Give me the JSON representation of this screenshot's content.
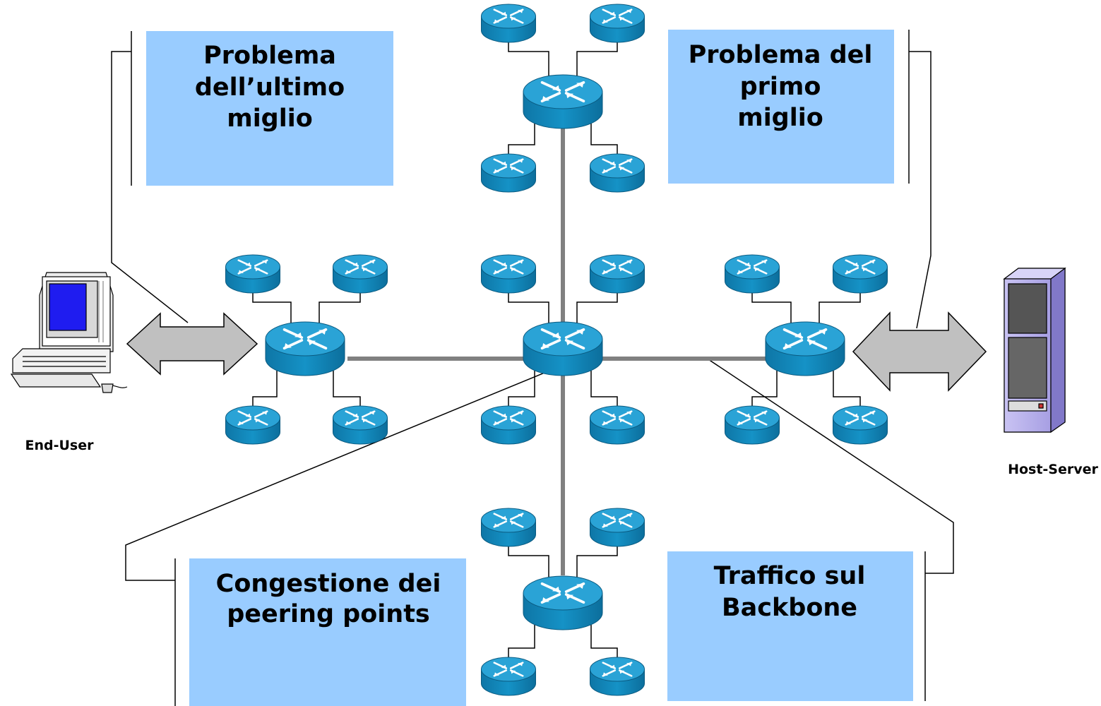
{
  "colors": {
    "box_fill": "#99ccff",
    "router_top": "#2aa3d6",
    "router_side": "#1181b3",
    "backbone_link": "#808080",
    "arrow_fill": "#c0c0c0",
    "server_body": "#b0a8e8"
  },
  "callouts": {
    "last_mile": [
      "Problema",
      "dell’ultimo",
      "miglio"
    ],
    "first_mile": [
      "Problema del",
      "primo",
      "miglio"
    ],
    "peering": [
      "Congestione dei",
      "peering points"
    ],
    "backbone": [
      "Traffico sul",
      "Backbone"
    ]
  },
  "endpoints": {
    "end_user": "End-User",
    "host_server": "Host-Server"
  },
  "icons": [
    "router-icon",
    "computer-icon",
    "server-icon",
    "double-arrow-icon"
  ]
}
